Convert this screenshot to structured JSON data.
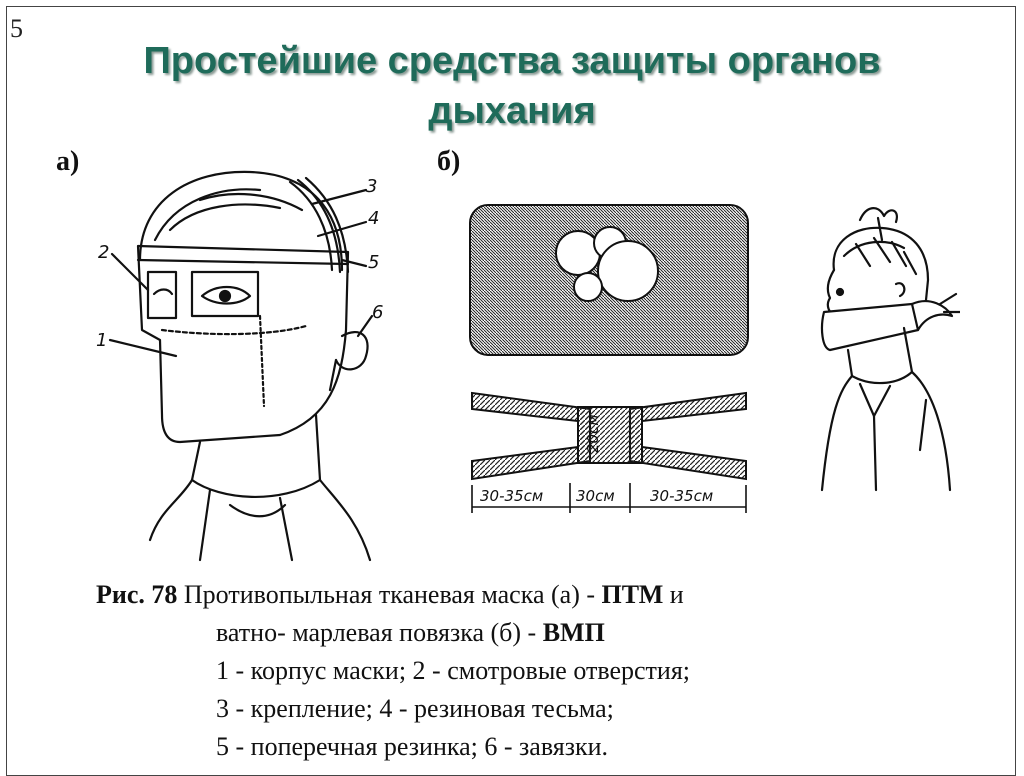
{
  "slide": {
    "number": "5",
    "title_line1": "Простейшие средства защиты органов",
    "title_line2": "дыхания"
  },
  "figure": {
    "label_a": "а)",
    "label_b": "б)",
    "callouts": [
      "1",
      "2",
      "3",
      "4",
      "5",
      "6"
    ],
    "dimensions": {
      "left": "30-35см",
      "middle": "30см",
      "right": "30-35см",
      "height": "20см"
    }
  },
  "caption": {
    "prefix": "Рис. 78",
    "line1_text": " Противопыльная тканевая маска (а) - ",
    "line1_bold": "ПТМ",
    "line1_tail": "  и",
    "line2_text": "ватно- марлевая повязка (б) - ",
    "line2_bold": "ВМП",
    "line3": "1 -  корпус маски; 2 - смотровые отверстия;",
    "line4": "3 - крепление; 4 - резиновая  тесьма;",
    "line5": "5 - поперечная резинка; 6 - завязки."
  },
  "colors": {
    "title": "#1f6b5a",
    "ink": "#111111"
  }
}
